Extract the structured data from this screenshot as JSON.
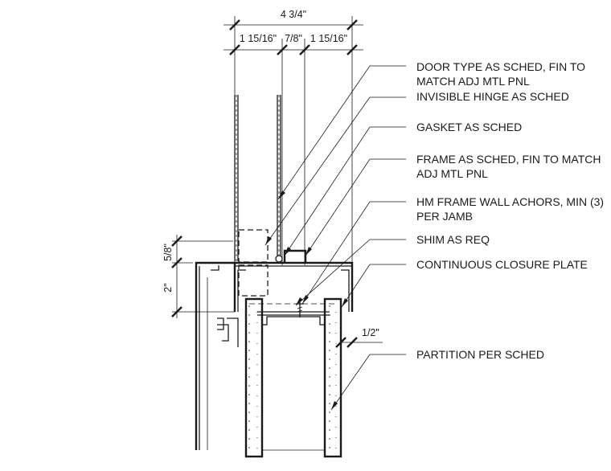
{
  "dimensions": {
    "overall": "4 3/4\"",
    "seg_left": "1 15/16\"",
    "seg_mid": "7/8\"",
    "seg_right": "1 15/16\"",
    "vert_upper": "5/8\"",
    "vert_lower": "2\"",
    "gap": "1/2\""
  },
  "callouts": [
    {
      "lines": [
        "DOOR TYPE AS SCHED, FIN TO",
        "MATCH ADJ MTL PNL"
      ]
    },
    {
      "lines": [
        "INVISIBLE HINGE AS SCHED"
      ]
    },
    {
      "lines": [
        "GASKET AS SCHED"
      ]
    },
    {
      "lines": [
        "FRAME AS SCHED, FIN TO MATCH",
        "ADJ MTL PNL"
      ]
    },
    {
      "lines": [
        "HM FRAME WALL ACHORS, MIN (3)",
        "PER JAMB"
      ]
    },
    {
      "lines": [
        "SHIM AS REQ"
      ]
    },
    {
      "lines": [
        "CONTINUOUS CLOSURE PLATE"
      ]
    },
    {
      "lines": [
        "PARTITION PER SCHED"
      ]
    }
  ]
}
